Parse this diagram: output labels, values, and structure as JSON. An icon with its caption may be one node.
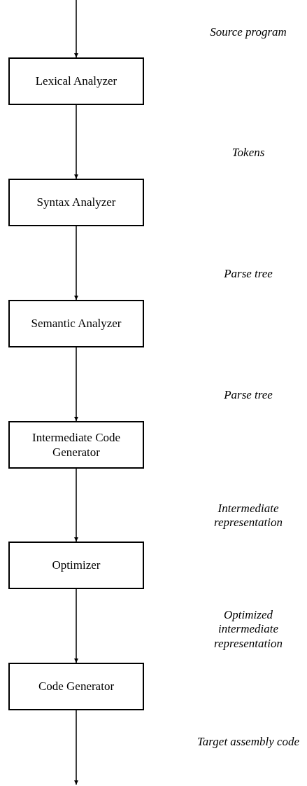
{
  "diagram": {
    "nodes": [
      {
        "text": [
          "Lexical Analyzer"
        ]
      },
      {
        "text": [
          "Syntax Analyzer"
        ]
      },
      {
        "text": [
          "Semantic Analyzer"
        ]
      },
      {
        "text": [
          "Intermediate Code Generator"
        ]
      },
      {
        "text": [
          "Optimizer"
        ]
      },
      {
        "text": [
          "Code Generator"
        ]
      }
    ],
    "edges": [
      {
        "from": null,
        "to": 0,
        "arrow": "to"
      },
      {
        "from": 0,
        "to": 1,
        "arrow": "to"
      },
      {
        "from": 1,
        "to": 2,
        "arrow": "to"
      },
      {
        "from": 2,
        "to": 3,
        "arrow": "to"
      },
      {
        "from": 3,
        "to": 4,
        "arrow": "to"
      },
      {
        "from": 4,
        "to": 5,
        "arrow": "to"
      },
      {
        "from": 5,
        "to": null,
        "arrow": "to"
      }
    ],
    "labels": [
      "Source program",
      "Tokens",
      "Parse tree",
      "Parse tree",
      "Intermediate representation",
      "Optimized intermediate representation",
      "Target assembly code"
    ]
  }
}
